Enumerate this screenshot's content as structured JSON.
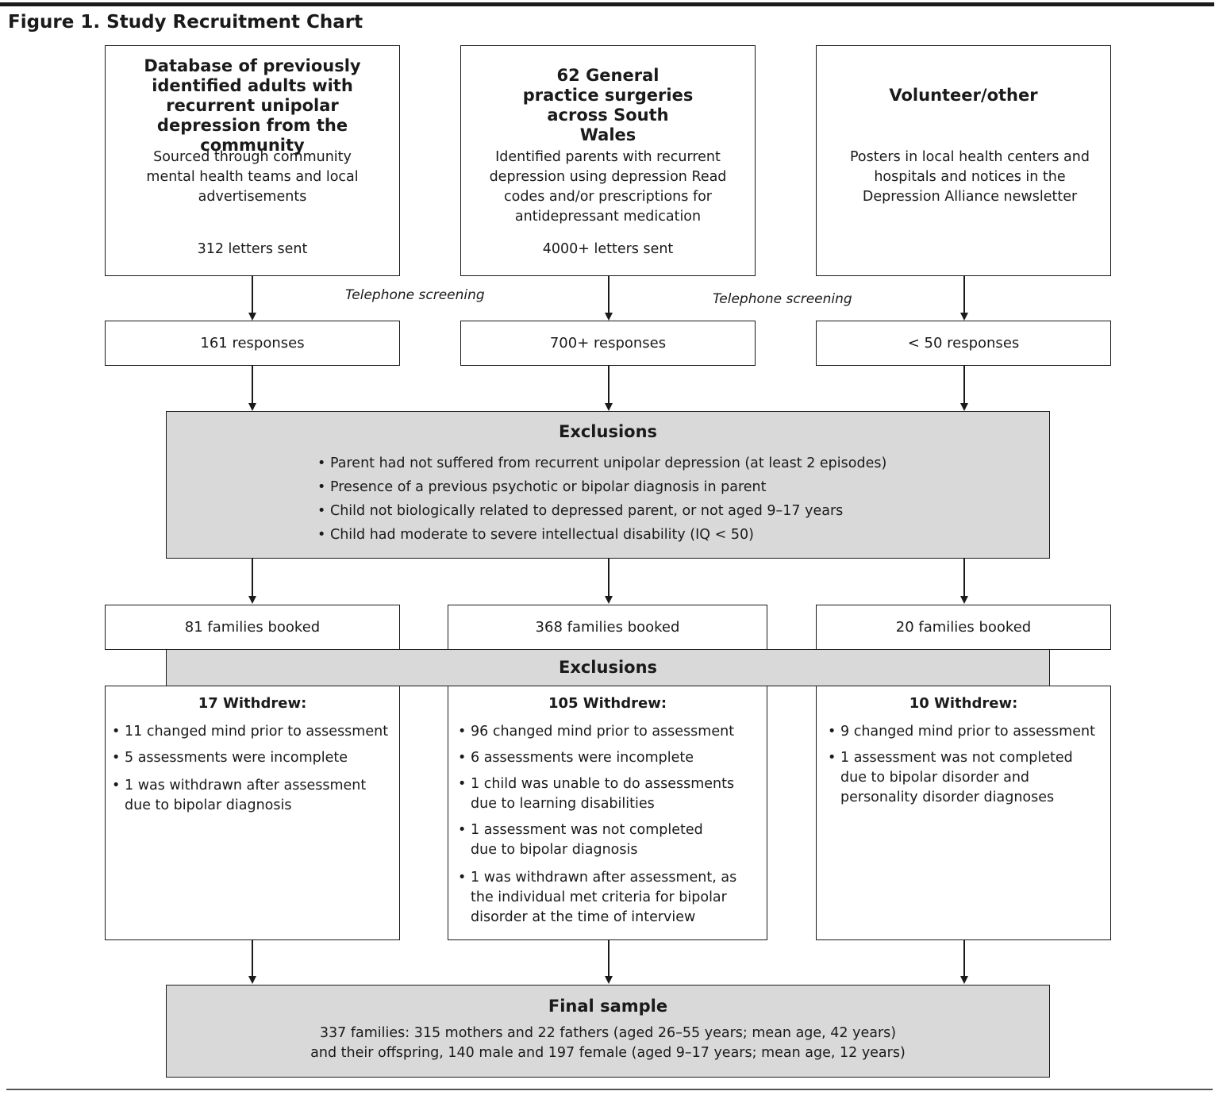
{
  "figure_title": "Figure 1. Study Recruitment Chart",
  "sources": [
    {
      "title": "Database of previously identified adults with recurrent unipolar depression from the community",
      "description": "Sourced through community mental health teams and local advertisements",
      "letters": "312 letters sent"
    },
    {
      "title": "62 General practice surgeries across South Wales",
      "description": "Identified parents with recurrent depression using depression Read codes and/or prescriptions for antidepressant medication",
      "letters": "4000+ letters sent"
    },
    {
      "title": "Volunteer/other",
      "description": "Posters in local health centers and hospitals and notices in the Depression Alliance newsletter"
    }
  ],
  "screening_labels": [
    "Telephone screening",
    "Telephone screening"
  ],
  "responses": [
    "161 responses",
    "700+ responses",
    "< 50 responses"
  ],
  "exclusions1": {
    "title": "Exclusions",
    "items": [
      "Parent had not suffered from recurrent unipolar depression (at least 2 episodes)",
      "Presence of a previous psychotic or bipolar diagnosis in parent",
      "Child not biologically related to depressed parent, or not aged 9–17 years",
      "Child had moderate to severe intellectual disability (IQ < 50)"
    ]
  },
  "booked": [
    "81 families booked",
    "368 families booked",
    "20 families booked"
  ],
  "exclusions2_title": "Exclusions",
  "withdrew": [
    {
      "title": "17 Withdrew:",
      "items": [
        "11 changed mind prior to assessment",
        "5 assessments were incomplete",
        "1 was withdrawn after assessment due to bipolar diagnosis"
      ]
    },
    {
      "title": "105 Withdrew:",
      "items": [
        "96 changed mind prior to assessment",
        "6 assessments were incomplete",
        "1 child was unable to do assessments due to learning disabilities",
        "1 assessment was not completed due to bipolar diagnosis",
        "1 was withdrawn after assessment, as the individual met criteria for bipolar disorder at the time of interview"
      ]
    },
    {
      "title": "10 Withdrew:",
      "items": [
        "9 changed mind prior to assessment",
        "1 assessment was not completed due to bipolar disorder and personality disorder diagnoses"
      ]
    }
  ],
  "final_sample": {
    "title": "Final sample",
    "line1": "337 families: 315 mothers and 22 fathers (aged 26–55 years; mean age, 42 years)",
    "line2": "and their offspring, 140 male and 197 female (aged 9–17 years; mean age, 12 years)"
  },
  "colors": {
    "line": "#1a1a1a",
    "grey_fill": "#d9d9d9",
    "background": "#ffffff"
  }
}
